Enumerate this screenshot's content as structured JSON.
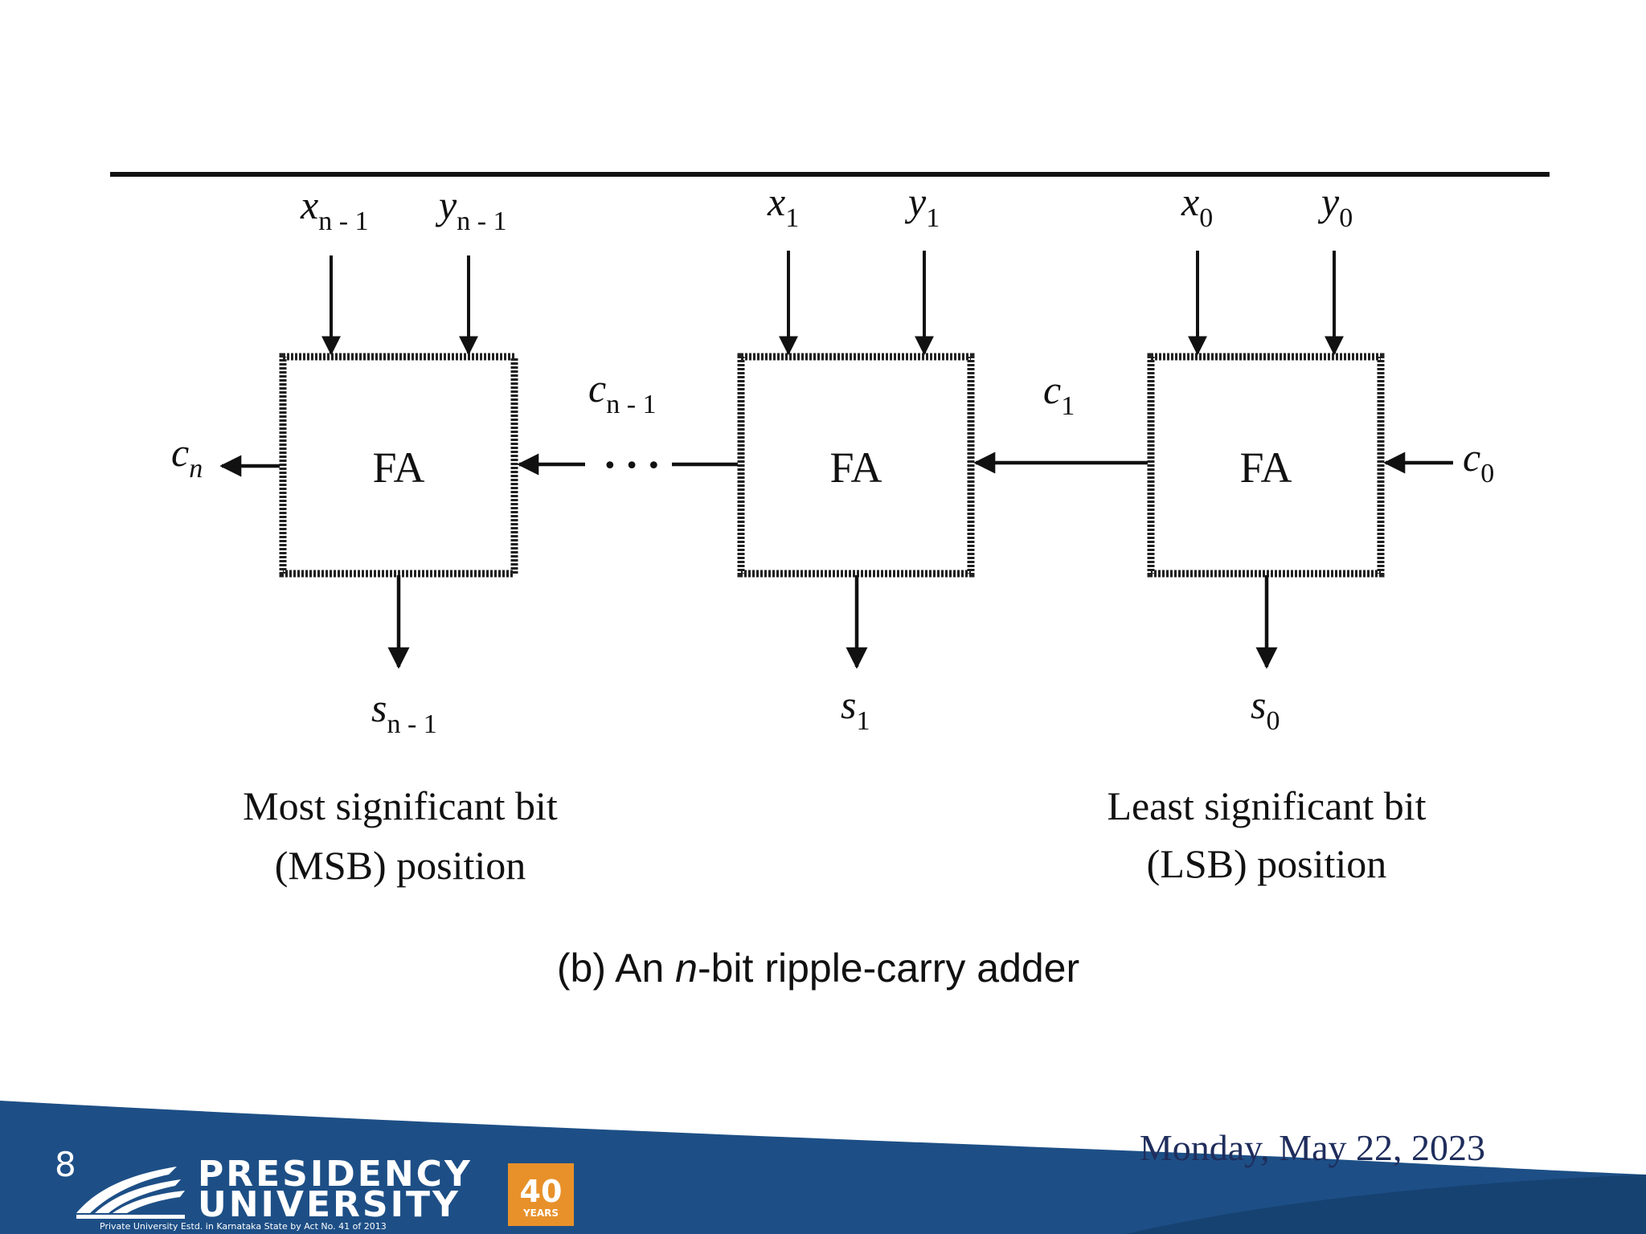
{
  "diagram": {
    "inputs": {
      "x_msb": {
        "base": "x",
        "sub": "n - 1"
      },
      "y_msb": {
        "base": "y",
        "sub": "n - 1"
      },
      "x_mid": {
        "base": "x",
        "sub": "1"
      },
      "y_mid": {
        "base": "y",
        "sub": "1"
      },
      "x_lsb": {
        "base": "x",
        "sub": "0"
      },
      "y_lsb": {
        "base": "y",
        "sub": "0"
      }
    },
    "blocks": [
      {
        "label": "FA"
      },
      {
        "label": "FA"
      },
      {
        "label": "FA"
      }
    ],
    "carries": {
      "cn": {
        "base": "c",
        "sub": "n"
      },
      "cn1": {
        "base": "c",
        "sub": "n - 1"
      },
      "c1": {
        "base": "c",
        "sub": "1"
      },
      "c0": {
        "base": "c",
        "sub": "0"
      }
    },
    "ellipsis": "• • •",
    "outputs": {
      "s_msb": {
        "base": "s",
        "sub": "n - 1"
      },
      "s_mid": {
        "base": "s",
        "sub": "1"
      },
      "s_lsb": {
        "base": "s",
        "sub": "0"
      }
    },
    "msb_caption": [
      "Most significant bit",
      "(MSB) position"
    ],
    "lsb_caption": [
      "Least significant bit",
      "(LSB) position"
    ],
    "caption": {
      "prefix": "(b) An ",
      "italic": "n",
      "suffix": "-bit ripple-carry adder"
    }
  },
  "footer": {
    "page_number": "8",
    "date": "Monday, May 22, 2023",
    "logo": {
      "name_line1": "PRESIDENCY",
      "name_line2": "UNIVERSITY",
      "tagline": "Private University Estd. in Karnataka State by Act No. 41 of 2013",
      "badge_number": "40",
      "badge_text": "YEARS"
    },
    "colors": {
      "band": "#1d4f86",
      "band_dark": "#123a66",
      "badge": "#e8912a",
      "date": "#1f2d5c"
    }
  }
}
